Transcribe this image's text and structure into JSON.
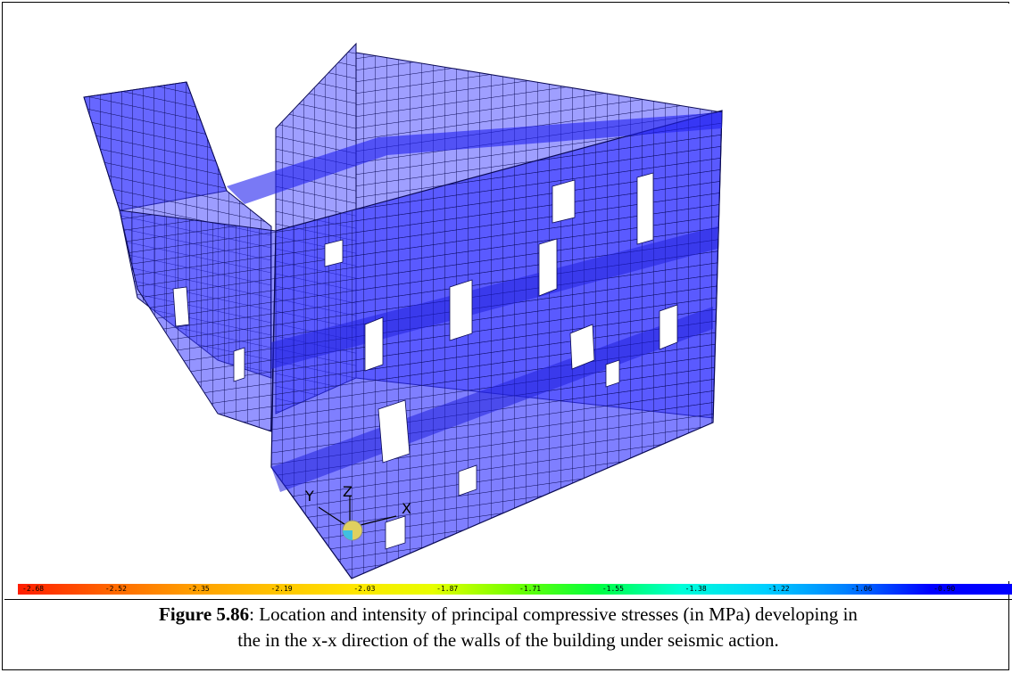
{
  "colors": {
    "wall_fill": "#3c3cff",
    "mesh_line": "#0a0a55",
    "accent": "#0000cc"
  },
  "axes_triad": {
    "x_label": "X",
    "y_label": "Y",
    "z_label": "Z"
  },
  "legend": {
    "values": [
      "-2.68",
      "-2.52",
      "-2.35",
      "-2.19",
      "-2.03",
      "-1.87",
      "-1.71",
      "-1.55",
      "-1.38",
      "-1.22",
      "-1.06",
      "-0.90"
    ],
    "colors": [
      "#ff1e00",
      "#ff6000",
      "#ff9a00",
      "#ffc000",
      "#ffe400",
      "#e8ff00",
      "#70ff00",
      "#00ff40",
      "#00ffd8",
      "#00d0ff",
      "#0080ff",
      "#0000ff"
    ]
  },
  "caption": {
    "label": "Figure 5.86",
    "line1": ": Location and intensity of principal compressive stresses (in MPa) developing in",
    "line2": "the in the x-x direction of the walls of the building under seismic action."
  }
}
